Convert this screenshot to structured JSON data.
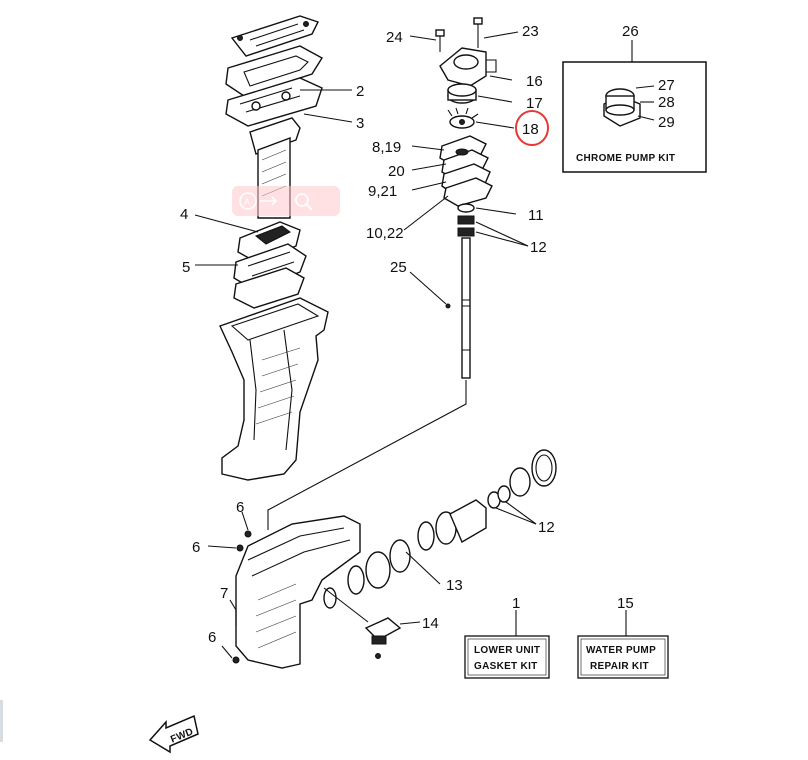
{
  "callouts": {
    "n24": "24",
    "n23": "23",
    "n26": "26",
    "n16": "16",
    "n17": "17",
    "n18": "18",
    "n27": "27",
    "n28": "28",
    "n29": "29",
    "n8_19": "8,19",
    "n20": "20",
    "n9_21": "9,21",
    "n11": "11",
    "n10_22": "10,22",
    "n12a": "12",
    "n25": "25",
    "n2": "2",
    "n3": "3",
    "n4": "4",
    "n5": "5",
    "n6a": "6",
    "n6b": "6",
    "n7": "7",
    "n6c": "6",
    "n12b": "12",
    "n13": "13",
    "n14": "14",
    "n1": "1",
    "n15": "15"
  },
  "kits": {
    "chrome_pump": "CHROME PUMP KIT",
    "lower_unit_line1": "LOWER UNIT",
    "lower_unit_line2": "GASKET KIT",
    "water_pump_line1": "WATER PUMP",
    "water_pump_line2": "REPAIR KIT"
  },
  "fwd_label": "FWD",
  "highlight_color": "#e53935",
  "overlay": {
    "icons": [
      "translate-icon",
      "zoom-icon"
    ]
  }
}
